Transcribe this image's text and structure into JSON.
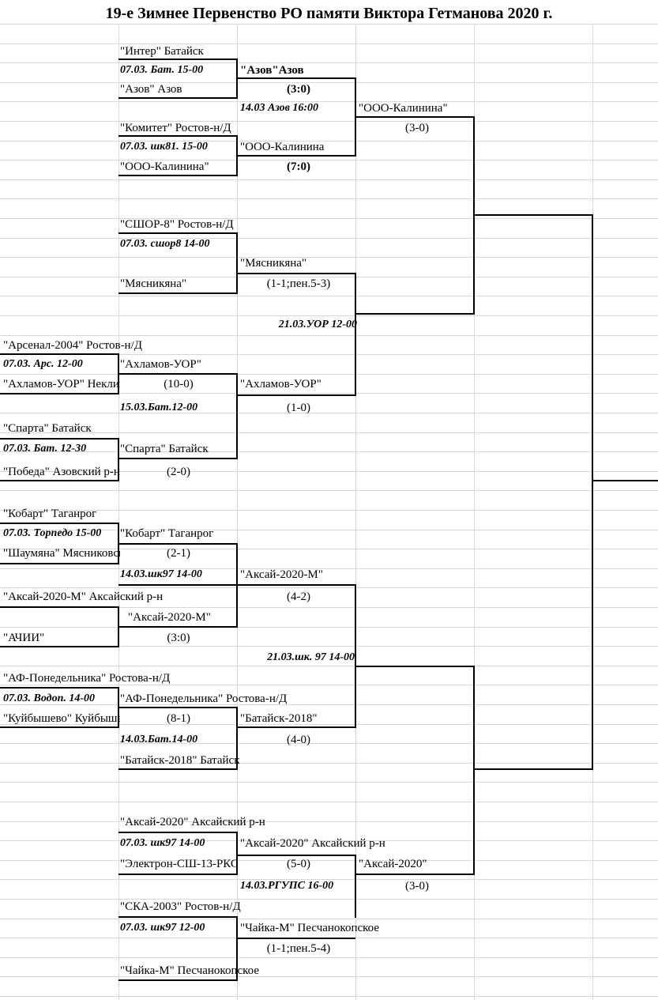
{
  "title": "19-е Зимнее Первенство РО памяти Виктора Гетманова 2020 г.",
  "cells": [
    {
      "id": "c01",
      "text": "\"Интер\" Батайск"
    },
    {
      "id": "c02",
      "text": "07.03. Бат. 15-00"
    },
    {
      "id": "c03",
      "text": "\"Азов\"Азов"
    },
    {
      "id": "c04",
      "text": "\"Азов\" Азов"
    },
    {
      "id": "c05",
      "text": "(3:0)"
    },
    {
      "id": "c06",
      "text": "14.03 Азов 16:00"
    },
    {
      "id": "c07",
      "text": "\"ООО-Калинина\""
    },
    {
      "id": "c08",
      "text": "\"Комитет\" Ростов-н/Д"
    },
    {
      "id": "c09",
      "text": "(3-0)"
    },
    {
      "id": "c10",
      "text": "07.03. шк81. 15-00"
    },
    {
      "id": "c11",
      "text": "\"ООО-Калинина"
    },
    {
      "id": "c12",
      "text": "\"ООО-Калинина\""
    },
    {
      "id": "c13",
      "text": "(7:0)"
    },
    {
      "id": "c14",
      "text": "\"СШОР-8\" Ростов-н/Д"
    },
    {
      "id": "c15",
      "text": "07.03. сшор8 14-00"
    },
    {
      "id": "c16",
      "text": "\"Мясникяна\""
    },
    {
      "id": "c17",
      "text": "\"Мясникяна\""
    },
    {
      "id": "c18",
      "text": "(1-1;пен.5-3)"
    },
    {
      "id": "c19",
      "text": "21.03.УОР 12-00"
    },
    {
      "id": "c20",
      "text": "\"Арсенал-2004\" Ростов-н/Д"
    },
    {
      "id": "c21",
      "text": "07.03. Арс. 12-00"
    },
    {
      "id": "c22",
      "text": "\"Ахламов-УОР\""
    },
    {
      "id": "c23",
      "text": "\"Ахламов-УОР\" Неклиновский"
    },
    {
      "id": "c24",
      "text": "(10-0)"
    },
    {
      "id": "c25",
      "text": "\"Ахламов-УОР\""
    },
    {
      "id": "c26",
      "text": "15.03.Бат.12-00"
    },
    {
      "id": "c27",
      "text": "(1-0)"
    },
    {
      "id": "c28",
      "text": "\"Спарта\" Батайск"
    },
    {
      "id": "c29",
      "text": "07.03. Бат. 12-30"
    },
    {
      "id": "c30",
      "text": "\"Спарта\" Батайск"
    },
    {
      "id": "c31",
      "text": "\"Победа\" Азовский р-н"
    },
    {
      "id": "c32",
      "text": "(2-0)"
    },
    {
      "id": "c33",
      "text": "\"Кобарт\" Таганрог"
    },
    {
      "id": "c34",
      "text": "07.03. Торпедо 15-00"
    },
    {
      "id": "c35",
      "text": "\"Кобарт\" Таганрог"
    },
    {
      "id": "c36",
      "text": "\"Шаумяна\" Мясниковский"
    },
    {
      "id": "c37",
      "text": "(2-1)"
    },
    {
      "id": "c38",
      "text": "14.03.шк97 14-00"
    },
    {
      "id": "c39",
      "text": "\"Аксай-2020-М\""
    },
    {
      "id": "c40",
      "text": "\"Аксай-2020-М\" Аксайский р-н"
    },
    {
      "id": "c41",
      "text": "(4-2)"
    },
    {
      "id": "c42",
      "text": "\"Аксай-2020-М\""
    },
    {
      "id": "c43",
      "text": "\"АЧИИ\""
    },
    {
      "id": "c44",
      "text": "(3:0)"
    },
    {
      "id": "c45",
      "text": "21.03.шк. 97 14-00"
    },
    {
      "id": "c46",
      "text": "\"АФ-Понедельника\" Ростова-н/Д"
    },
    {
      "id": "c47",
      "text": "07.03. Водоп. 14-00"
    },
    {
      "id": "c48",
      "text": "\"АФ-Понедельника\" Ростова-н/Д"
    },
    {
      "id": "c49",
      "text": "\"Куйбышево\" Куйбышевский"
    },
    {
      "id": "c50",
      "text": "(8-1)"
    },
    {
      "id": "c51",
      "text": "\"Батайск-2018\""
    },
    {
      "id": "c52",
      "text": "14.03.Бат.14-00"
    },
    {
      "id": "c53",
      "text": "(4-0)"
    },
    {
      "id": "c54",
      "text": "\"Батайск-2018\" Батайск"
    },
    {
      "id": "c55",
      "text": "\"Аксай-2020\" Аксайский р-н"
    },
    {
      "id": "c56",
      "text": "07.03. шк97 14-00"
    },
    {
      "id": "c57",
      "text": "\"Аксай-2020\" Аксайский р-н"
    },
    {
      "id": "c58",
      "text": "\"Электрон-СШ-13-РКС\""
    },
    {
      "id": "c59",
      "text": "(5-0)"
    },
    {
      "id": "c60",
      "text": "\"Аксай-2020\""
    },
    {
      "id": "c61",
      "text": "14.03.РГУПС 16-00"
    },
    {
      "id": "c62",
      "text": "(3-0)"
    },
    {
      "id": "c63",
      "text": "\"СКА-2003\" Ростов-н/Д"
    },
    {
      "id": "c64",
      "text": "07.03. шк97 12-00"
    },
    {
      "id": "c65",
      "text": "\"Чайка-М\" Песчанокопское"
    },
    {
      "id": "c66",
      "text": "(1-1;пен.5-4)"
    },
    {
      "id": "c67",
      "text": "\"Чайка-М\" Песчанокопское"
    }
  ]
}
